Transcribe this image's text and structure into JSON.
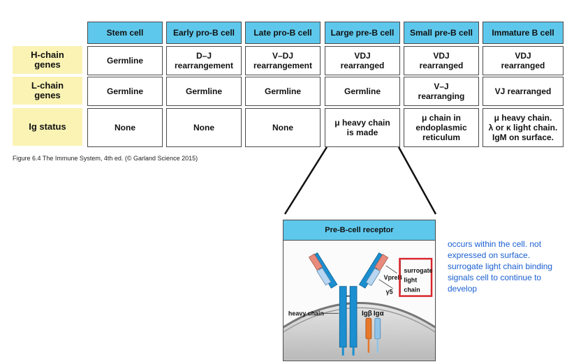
{
  "columns": [
    "Stem cell",
    "Early pro-B cell",
    "Late pro-B cell",
    "Large pre-B cell",
    "Small pre-B cell",
    "Immature B cell"
  ],
  "rows": [
    {
      "label": [
        "H-chain",
        "genes"
      ],
      "cells": [
        [
          "Germline"
        ],
        [
          "D–J",
          "rearrangement"
        ],
        [
          "V–DJ",
          "rearrangement"
        ],
        [
          "VDJ",
          "rearranged"
        ],
        [
          "VDJ",
          "rearranged"
        ],
        [
          "VDJ",
          "rearranged"
        ]
      ]
    },
    {
      "label": [
        "L-chain",
        "genes"
      ],
      "cells": [
        [
          "Germline"
        ],
        [
          "Germline"
        ],
        [
          "Germline"
        ],
        [
          "Germline"
        ],
        [
          "V–J",
          "rearranging"
        ],
        [
          "VJ rearranged"
        ]
      ]
    },
    {
      "label": [
        "Ig status"
      ],
      "cells": [
        [
          "None"
        ],
        [
          "None"
        ],
        [
          "None"
        ],
        [
          "μ heavy chain",
          "is made"
        ],
        [
          "μ chain in",
          "endoplasmic",
          "reticulum"
        ],
        [
          "μ heavy chain.",
          "λ or κ light chain.",
          "IgM on surface."
        ]
      ]
    }
  ],
  "caption": "Figure 6.4 The Immune System, 4th ed. (© Garland Science 2015)",
  "inset": {
    "title": "Pre-B-cell receptor",
    "labels": {
      "vpreb": "VpreB",
      "lambda5": "γ5",
      "surrogate": [
        "surrogate",
        "light",
        "chain"
      ],
      "heavy_chain": "heavy chain",
      "igb": "Igβ",
      "iga": "Igα"
    }
  },
  "note": "occurs within the cell. not expressed on surface. surrogate light chain binding signals cell to continue to develop",
  "colors": {
    "header": "#5ec8ec",
    "row_label": "#fbf3b4",
    "heavy_chain": "#1b8fd0",
    "vpreb": "#e98b7c",
    "lambda5": "#b8d6f2",
    "igb": "#e9772a",
    "iga": "#8fc4ea",
    "highlight_box": "#d9262c",
    "note_text": "#1a5fd1"
  }
}
